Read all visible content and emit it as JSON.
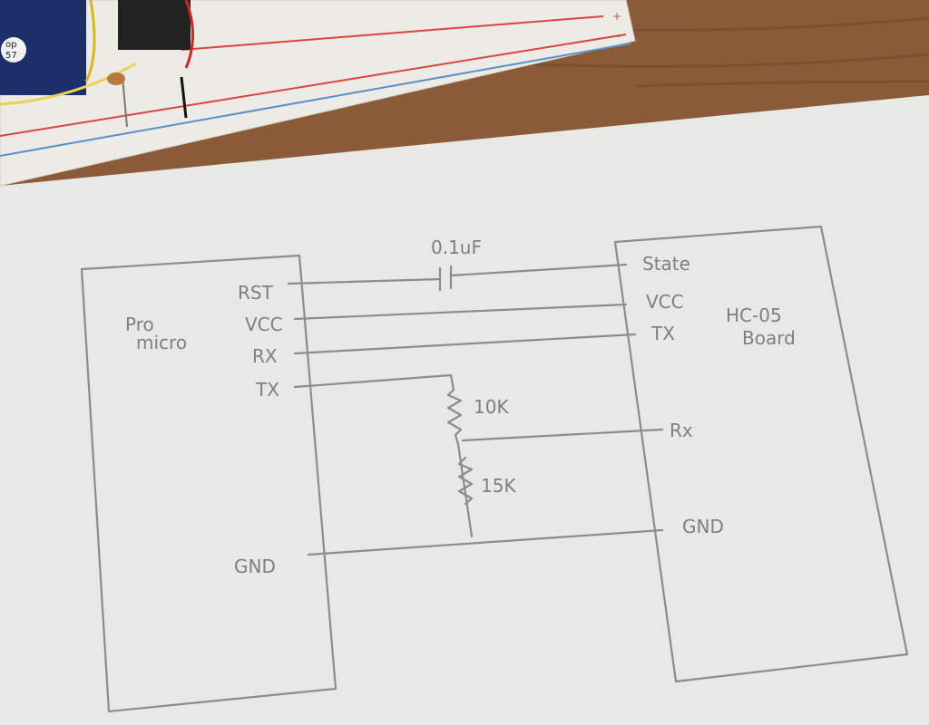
{
  "colors": {
    "wood": "#8a5a36",
    "paper": "#e9e9e7",
    "pencil": "#8c8c8c",
    "breadboard": "#ecebe6",
    "rail_red": "#d9453f",
    "rail_blue": "#5a8fc8",
    "chip_blue": "#1d2f6b"
  },
  "breadboard": {
    "chip_label_top": "op",
    "chip_label_bottom": "57",
    "rail_plus": "+",
    "rail_minus": "-"
  },
  "left_module": {
    "name_line1": "Pro",
    "name_line2": "micro",
    "pins": [
      "RST",
      "VCC",
      "RX",
      "TX",
      "GND"
    ]
  },
  "right_module": {
    "name_line1": "HC-05",
    "name_line2": "Board",
    "pins": [
      "State",
      "VCC",
      "TX",
      "Rx",
      "GND"
    ]
  },
  "components": {
    "capacitor": "0.1uF",
    "resistor_top": "10K",
    "resistor_bottom": "15K"
  }
}
